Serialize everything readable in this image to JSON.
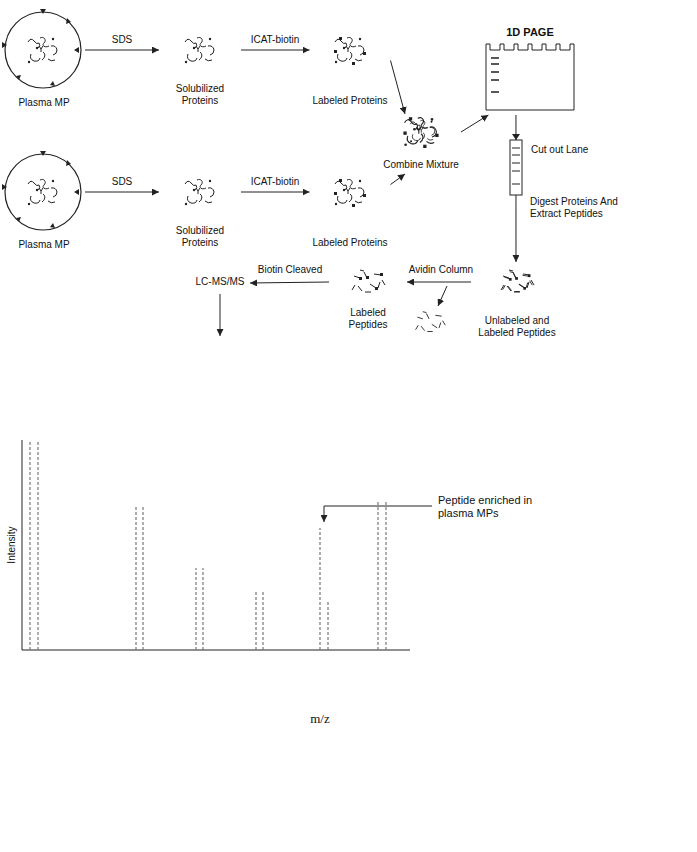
{
  "diagram": {
    "nodes": [
      {
        "text": [
          "Plasma MP"
        ]
      },
      {
        "text": [
          "Solubilized Proteins"
        ]
      },
      {
        "text": [
          "Labeled Proteins"
        ]
      },
      {
        "text": [
          "Plasma MP"
        ]
      },
      {
        "text": [
          "Solubilized Proteins"
        ]
      },
      {
        "text": [
          "Labeled Proteins"
        ]
      },
      {
        "text": [
          "Combine Mixture"
        ]
      },
      {
        "text": [
          "1D PAGE"
        ]
      },
      {
        "text": [
          "Unlabeled and Labeled Peptides"
        ]
      },
      {
        "text": [
          "Labeled Peptides"
        ]
      },
      {
        "text": [
          "LC-MS/MS"
        ]
      }
    ],
    "edges": [
      {
        "from": 0,
        "to": 1,
        "label": "SDS",
        "arrow": "to"
      },
      {
        "from": 1,
        "to": 2,
        "label": "ICAT-biotin",
        "arrow": "to"
      },
      {
        "from": 3,
        "to": 4,
        "label": "SDS",
        "arrow": "to"
      },
      {
        "from": 4,
        "to": 5,
        "label": "ICAT-biotin",
        "arrow": "to"
      },
      {
        "from": 2,
        "to": 6,
        "arrow": "to"
      },
      {
        "from": 5,
        "to": 6,
        "arrow": "to"
      },
      {
        "from": 6,
        "to": 7,
        "arrow": "to"
      },
      {
        "from": 7,
        "to": 8,
        "label": "Cut out Lane",
        "arrow": "to"
      },
      {
        "from": 8,
        "to": 9,
        "label": "Avidin Column",
        "arrow": "to"
      },
      {
        "from": 9,
        "to": 10,
        "label": "Biotin Cleaved",
        "arrow": "to"
      }
    ],
    "labels": [
      "Digest Proteins And Extract Peptides",
      "Peptide enriched in plasma MPs",
      "Intensity",
      "m/z"
    ]
  }
}
